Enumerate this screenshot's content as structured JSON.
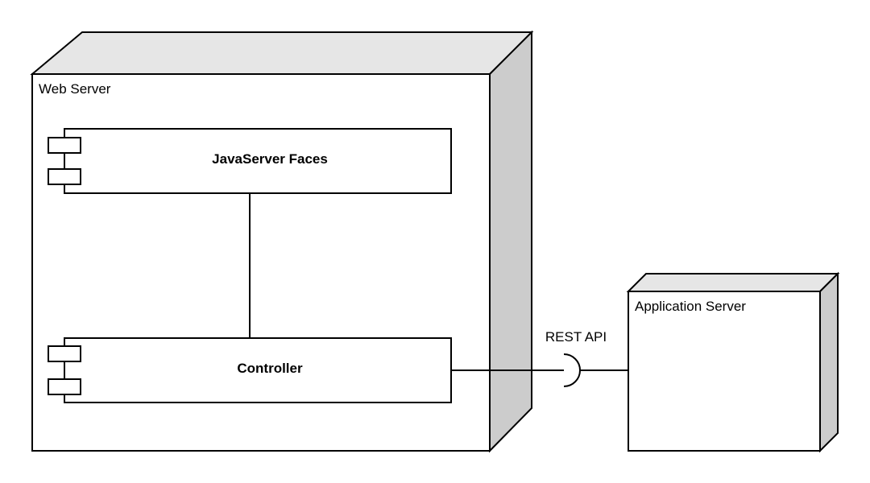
{
  "diagram": {
    "type": "uml-deployment",
    "nodes": {
      "web_server": {
        "label": "Web Server"
      },
      "app_server": {
        "label": "Application Server"
      }
    },
    "components": {
      "jsf": {
        "label": "JavaServer Faces"
      },
      "controller": {
        "label": "Controller"
      }
    },
    "interfaces": {
      "rest_api": {
        "label": "REST API"
      }
    },
    "colors": {
      "stroke": "#000000",
      "node_face": "#ffffff",
      "node_top": "#e6e6e6",
      "node_side": "#cccccc"
    }
  }
}
